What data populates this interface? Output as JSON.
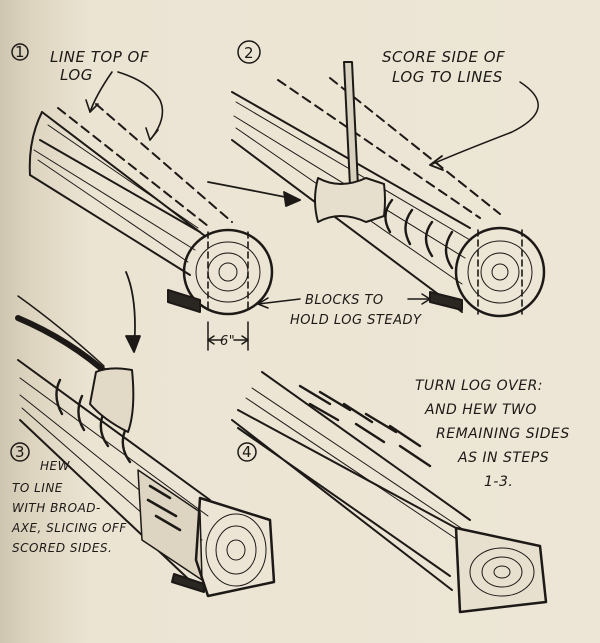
{
  "steps": [
    {
      "number": "1",
      "label_lines": [
        "LINE TOP OF",
        "LOG"
      ]
    },
    {
      "number": "2",
      "label_lines": [
        "SCORE SIDE OF",
        "LOG TO LINES"
      ]
    },
    {
      "number": "3",
      "label_lines": [
        "HEW",
        "TO LINE",
        "WITH BROAD-",
        "AXE, SLICING OFF",
        "SCORED SIDES."
      ]
    },
    {
      "number": "4",
      "label_lines": [
        "TURN LOG OVER:",
        "AND HEW TWO",
        "REMAINING SIDES",
        "AS IN STEPS",
        "1-3."
      ]
    }
  ],
  "annotations": {
    "blocks_lines": [
      "BLOCKS TO",
      "HOLD LOG STEADY"
    ],
    "dimension": "6\""
  }
}
